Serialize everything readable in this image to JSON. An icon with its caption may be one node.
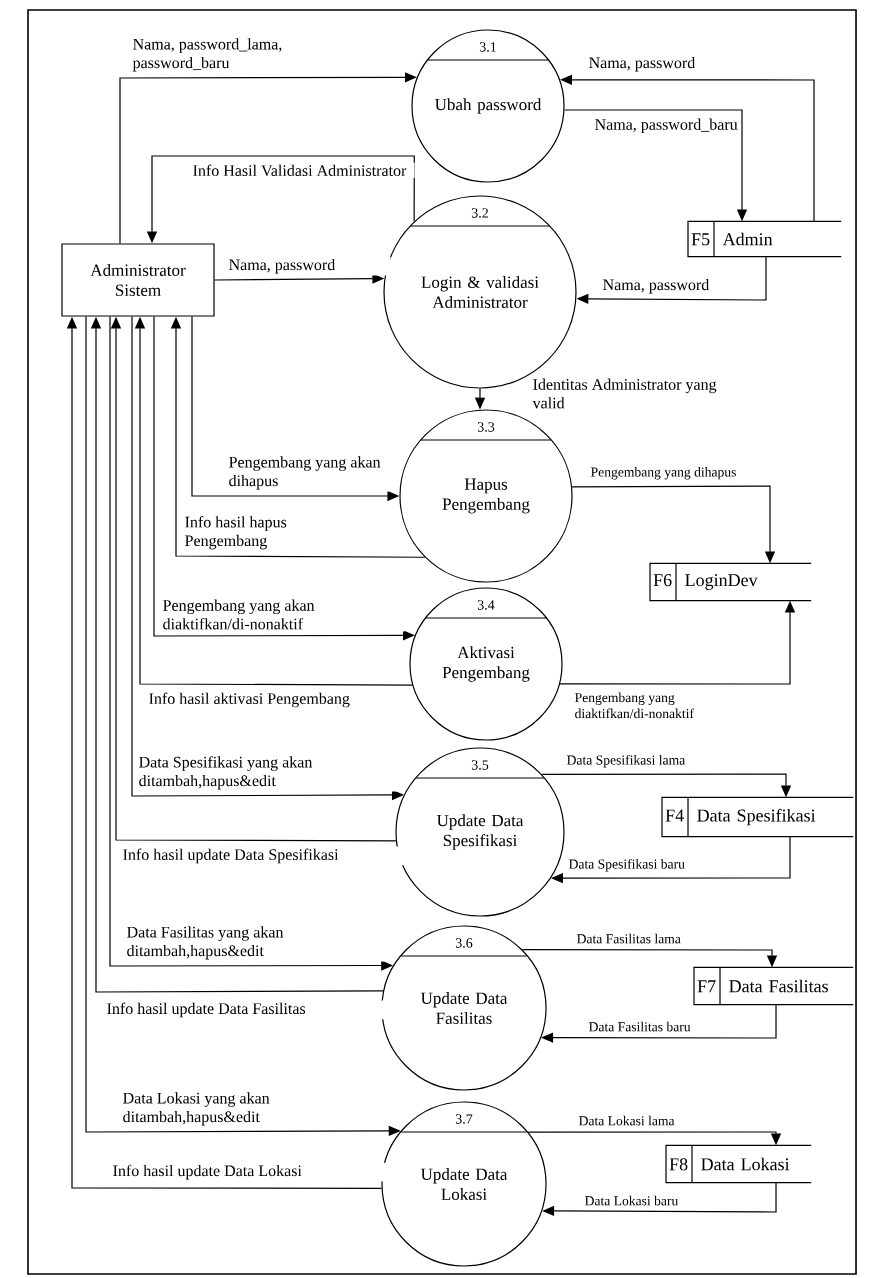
{
  "diagram": {
    "nodes": [
      {
        "text": [
          "Administrator Sistem"
        ]
      },
      {
        "text": [
          "3.1",
          "Ubah password"
        ]
      },
      {
        "text": [
          "3.2",
          "Login & validasi Administrator"
        ]
      },
      {
        "text": [
          "3.3",
          "Hapus Pengembang"
        ]
      },
      {
        "text": [
          "3.4",
          "Aktivasi Pengembang"
        ]
      },
      {
        "text": [
          "3.5",
          "Update Data Spesifikasi"
        ]
      },
      {
        "text": [
          "3.6",
          "Update Data Fasilitas"
        ]
      },
      {
        "text": [
          "3.7",
          "Update Data Lokasi"
        ]
      },
      {
        "text": [
          "F5",
          "Admin"
        ]
      },
      {
        "text": [
          "F6",
          "LoginDev"
        ]
      },
      {
        "text": [
          "F4",
          "Data Spesifikasi"
        ]
      },
      {
        "text": [
          "F7",
          "Data Fasilitas"
        ]
      },
      {
        "text": [
          "F8",
          "Data Lokasi"
        ]
      }
    ],
    "edges": [
      {
        "from": 0,
        "to": 1,
        "arrow": "to",
        "label": "Nama, password_lama, password_baru"
      },
      {
        "from": 8,
        "to": 1,
        "arrow": "to",
        "label": "Nama, password"
      },
      {
        "from": 1,
        "to": 8,
        "arrow": "to",
        "label": "Nama, password_baru"
      },
      {
        "from": 2,
        "to": 0,
        "arrow": "to",
        "label": "Info Hasil Validasi Administrator"
      },
      {
        "from": 0,
        "to": 2,
        "arrow": "to",
        "label": "Nama, password"
      },
      {
        "from": 8,
        "to": 2,
        "arrow": "to",
        "label": "Nama, password"
      },
      {
        "from": 2,
        "to": 3,
        "arrow": "to",
        "label": "Identitas Administrator yang valid"
      },
      {
        "from": 0,
        "to": 3,
        "arrow": "to",
        "label": "Pengembang yang akan dihapus"
      },
      {
        "from": 3,
        "to": 0,
        "arrow": "to",
        "label": "Info hasil hapus Pengembang"
      },
      {
        "from": 0,
        "to": 4,
        "arrow": "to",
        "label": "Pengembang yang akan diaktifkan/di-nonaktif"
      },
      {
        "from": 4,
        "to": 0,
        "arrow": "to",
        "label": "Info hasil aktivasi Pengembang"
      },
      {
        "from": 0,
        "to": 5,
        "arrow": "to",
        "label": "Data Spesifikasi yang akan ditambah,hapus&edit"
      },
      {
        "from": 5,
        "to": 0,
        "arrow": "to",
        "label": "Info hasil update Data Spesifikasi"
      },
      {
        "from": 0,
        "to": 6,
        "arrow": "to",
        "label": "Data Fasilitas yang akan ditambah,hapus&edit"
      },
      {
        "from": 6,
        "to": 0,
        "arrow": "to",
        "label": "Info hasil update Data Fasilitas"
      },
      {
        "from": 0,
        "to": 7,
        "arrow": "to",
        "label": "Data Lokasi yang akan ditambah,hapus&edit"
      },
      {
        "from": 7,
        "to": 0,
        "arrow": "to",
        "label": "Info hasil update Data Lokasi"
      },
      {
        "from": 3,
        "to": 9,
        "arrow": "to",
        "label": "Pengembang yang dihapus"
      },
      {
        "from": 4,
        "to": 9,
        "arrow": "to",
        "label": "Pengembang yang diaktifkan/di-nonaktif"
      },
      {
        "from": 5,
        "to": 10,
        "arrow": "to",
        "label": "Data Spesifikasi lama"
      },
      {
        "from": 10,
        "to": 5,
        "arrow": "to",
        "label": "Data Spesifikasi baru"
      },
      {
        "from": 6,
        "to": 11,
        "arrow": "to",
        "label": "Data Fasilitas lama"
      },
      {
        "from": 11,
        "to": 6,
        "arrow": "to",
        "label": "Data Fasilitas baru"
      },
      {
        "from": 7,
        "to": 12,
        "arrow": "to",
        "label": "Data Lokasi lama"
      },
      {
        "from": 12,
        "to": 7,
        "arrow": "to",
        "label": "Data Lokasi baru"
      }
    ]
  }
}
